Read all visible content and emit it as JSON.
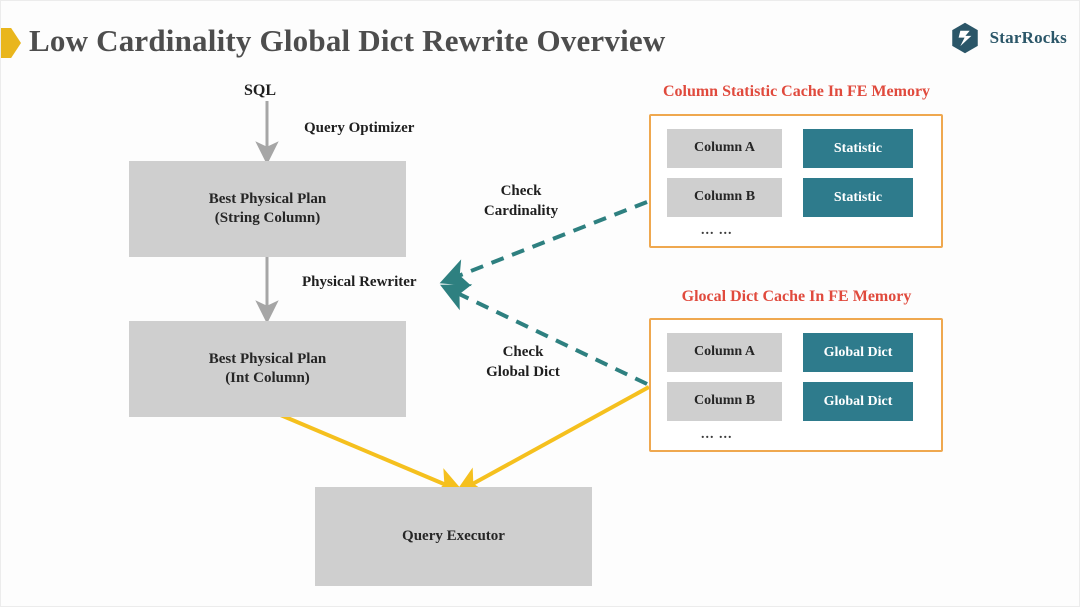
{
  "header": {
    "title": "Low Cardinality Global Dict Rewrite Overview",
    "bullet_icon": "pentagon-arrow-bullet",
    "brand": "StarRocks",
    "brand_icon": "starrocks-hexagon-logo",
    "title_color": "#4d4d4d",
    "bullet_color": "#e9b61d",
    "brand_color": "#2b5668"
  },
  "flow": {
    "source_label": "SQL",
    "optimizer_label": "Query Optimizer",
    "rewriter_label": "Physical Rewriter",
    "check_cardinality_label": "Check\nCardinality",
    "check_cardinality_line1": "Check",
    "check_cardinality_line2": "Cardinality",
    "check_global_dict_line1": "Check",
    "check_global_dict_line2": "Global Dict",
    "boxes": [
      {
        "id": "best-physical-plan-string",
        "line1": "Best Physical Plan",
        "line2": "(String Column)"
      },
      {
        "id": "best-physical-plan-int",
        "line1": "Best Physical Plan",
        "line2": "(Int Column)"
      },
      {
        "id": "query-executor",
        "line1": "Query Executor",
        "line2": ""
      }
    ],
    "box_color": "#cfcfcf",
    "arrow_gray": "#a6a6a6",
    "arrow_teal": "#2e8080",
    "arrow_yellow": "#f5c01e"
  },
  "panels": [
    {
      "id": "column-statistic-cache",
      "title": "Column Statistic Cache In FE Memory",
      "rows": [
        {
          "column": "Column A",
          "value": "Statistic"
        },
        {
          "column": "Column B",
          "value": "Statistic"
        }
      ],
      "ellipsis": "... ...",
      "border_color": "#efa84f",
      "title_color": "#e04a3d",
      "value_color": "#2e7b8c"
    },
    {
      "id": "global-dict-cache",
      "title": "Glocal Dict Cache In FE Memory",
      "rows": [
        {
          "column": "Column A",
          "value": "Global Dict"
        },
        {
          "column": "Column B",
          "value": "Global Dict"
        }
      ],
      "ellipsis": "... ...",
      "border_color": "#efa84f",
      "title_color": "#e04a3d",
      "value_color": "#2e7b8c"
    }
  ]
}
